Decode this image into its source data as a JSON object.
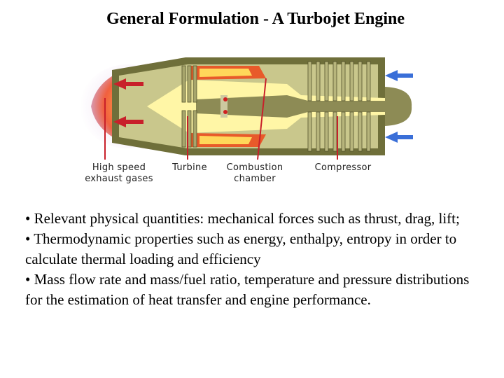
{
  "title": "General Formulation - A Turbojet Engine",
  "diagram": {
    "labels": {
      "exhaust_line1": "High speed",
      "exhaust_line2": "exhaust gases",
      "turbine": "Turbine",
      "combustion_line1": "Combustion",
      "combustion_line2": "chamber",
      "compressor": "Compressor"
    }
  },
  "bullets": [
    "• Relevant physical quantities: mechanical forces such as thrust, drag, lift;",
    "• Thermodynamic properties such as energy, enthalpy, entropy in order to calculate thermal loading and efficiency",
    "• Mass flow rate and mass/fuel ratio, temperature and pressure distributions for the estimation of heat transfer and engine performance."
  ]
}
